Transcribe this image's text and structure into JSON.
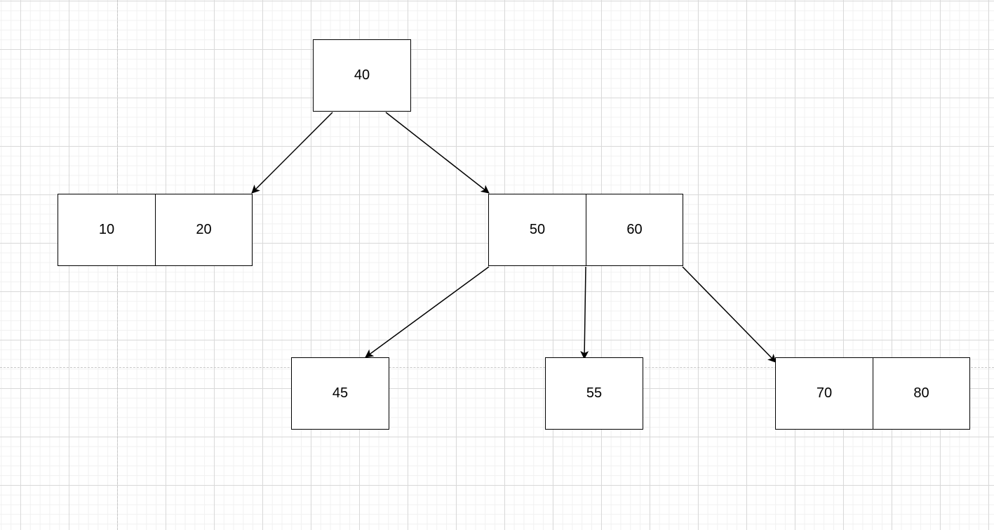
{
  "diagram": {
    "type": "b-tree",
    "line_color": "#000000",
    "background_color": "#ffffff",
    "nodes": [
      {
        "id": "root",
        "keys": [
          "40"
        ]
      },
      {
        "id": "left",
        "keys": [
          "10",
          "20"
        ]
      },
      {
        "id": "right",
        "keys": [
          "50",
          "60"
        ]
      },
      {
        "id": "right-left",
        "keys": [
          "45"
        ]
      },
      {
        "id": "right-mid",
        "keys": [
          "55"
        ]
      },
      {
        "id": "right-right",
        "keys": [
          "70",
          "80"
        ]
      }
    ],
    "edges": [
      {
        "from": "root",
        "to": "left"
      },
      {
        "from": "root",
        "to": "right"
      },
      {
        "from": "right",
        "to": "right-left"
      },
      {
        "from": "right",
        "to": "right-mid"
      },
      {
        "from": "right",
        "to": "right-right"
      }
    ]
  }
}
